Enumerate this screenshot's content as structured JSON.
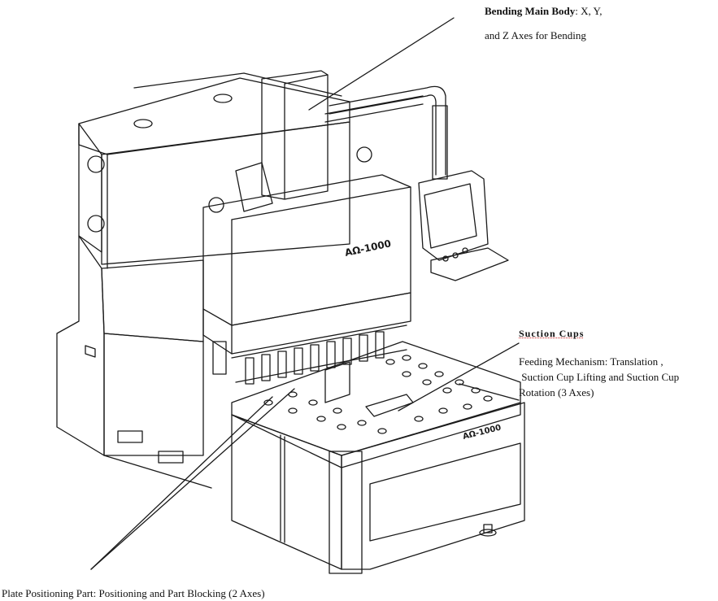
{
  "labels": {
    "main_body_title": "Bending Main Body",
    "main_body_line1_rest": ": X, Y,",
    "main_body_line2": "and Z Axes for Bending",
    "suction_title": "Suction Cups",
    "feeding_line1": "Feeding Mechanism:   Translation ,",
    "feeding_line2": " Suction Cup Lifting and Suction Cup",
    "feeding_line3": "Rotation (3  Axes)",
    "plate_positioning": "Plate Positioning Part: Positioning and Part Blocking (2  Axes)"
  },
  "machine": {
    "model_label_front": "AΩ-1000",
    "model_label_table": "AΩ-1000"
  },
  "colors": {
    "line": "#1a1a1a",
    "text": "#111111",
    "background": "#ffffff"
  }
}
